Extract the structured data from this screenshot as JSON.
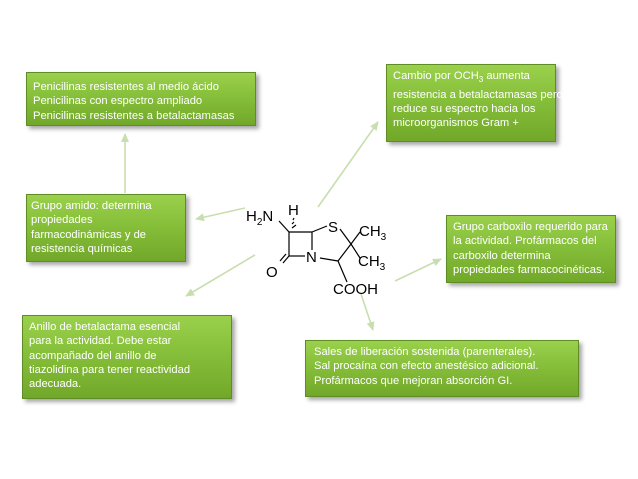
{
  "boxes": {
    "top_left": {
      "lines": [
        "Penicilinas resistentes al medio ácido",
        "Penicilinas con espectro ampliado",
        "Penicilinas resistentes a betalactamasas"
      ]
    },
    "top_right": {
      "line1_pre": "Cambio por OCH",
      "line1_sub": "3",
      "line1_post": " aumenta",
      "lines": [
        "resistencia a betalactamasas pero",
        "reduce su espectro hacia los",
        "microorganismos Gram +"
      ]
    },
    "mid_left": {
      "lines": [
        "Grupo amido: determina",
        "propiedades",
        "farmacodinámicas y de",
        "resistencia químicas"
      ]
    },
    "mid_right": {
      "lines": [
        "Grupo carboxilo requerido para",
        "la actividad. Profármacos del",
        "carboxilo determina",
        "propiedades farmacocinéticas."
      ]
    },
    "bottom_left": {
      "lines": [
        "Anillo de betalactama esencial",
        "para la actividad. Debe estar",
        "acompañado del anillo de",
        "tiazolidina para tener reactividad",
        "adecuada."
      ]
    },
    "bottom_right": {
      "lines": [
        "Sales de liberación sostenida (parenterales).",
        "Sal procaína con efecto anestésico adicional.",
        "Profármacos que mejoran absorción GI."
      ]
    }
  },
  "molecule": {
    "amine_h": "H",
    "amine_n": "N",
    "amine_sub": "2",
    "h_label": "H",
    "s_label": "S",
    "n_label": "N",
    "o_label": "O",
    "ch3_a": "CH",
    "ch3_a_sub": "3",
    "ch3_b": "CH",
    "ch3_b_sub": "3",
    "cooh": "COOH"
  },
  "colors": {
    "box_fill": "#86bf3a",
    "box_border": "#5f8d25",
    "arrow": "#c9deae",
    "text": "#ffffff"
  }
}
